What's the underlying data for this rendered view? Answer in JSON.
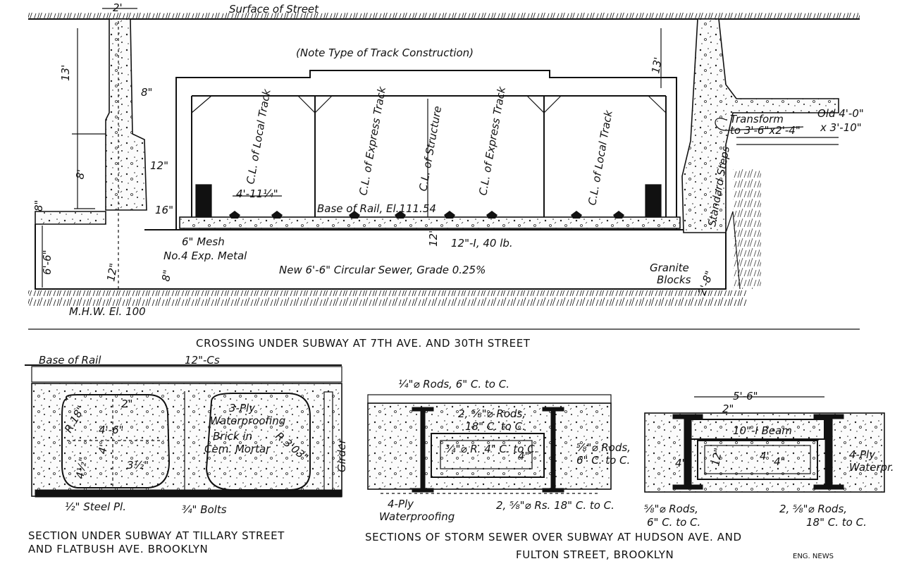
{
  "top": {
    "surface": "Surface of Street",
    "note": "(Note Type of Track Construction)",
    "dim_2ft": "2'",
    "dim_13_left": "13'",
    "dim_13_right": "13'",
    "dim_8in": "8\"",
    "dim_8ft": "8'",
    "dim_12in": "12\"",
    "dim_16in": "16\"",
    "dim_8in_left": "8\"",
    "cl_local_1": "C.L. of Local Track",
    "cl_express_1": "C.L. of Express Track",
    "cl_structure": "C.L. of Structure",
    "cl_express_2": "C.L. of Express Track",
    "cl_local_2": "C.L. of Local Track",
    "dim_4_11": "4'-11¼\"",
    "base_of_rail": "Base of Rail, El.111.54",
    "dim_12in_b": "12\"",
    "beam": "12\"-I, 40 lb.",
    "mesh_1": "6\" Mesh",
    "mesh_2": "No.4 Exp. Metal",
    "dim_6_6": "6'-6\"",
    "dim_12in_c": "12\"",
    "dim_8in_c": "8\"",
    "sewer": "New 6'-6\" Circular Sewer, Grade 0.25%",
    "mhw": "M.H.W. El. 100",
    "transform_1": "Transform",
    "transform_2": "to 3'-6\"x2'-4\"",
    "old_1": "Old 4'-0\"",
    "old_2": "x 3'-10\"",
    "standard_steps": "Standard Steps",
    "granite_1": "Granite",
    "granite_2": "Blocks",
    "dim_2_8": "2'-8\"",
    "caption": "CROSSING UNDER SUBWAY AT 7TH AVE. AND 30TH STREET"
  },
  "left_section": {
    "base_of_rail": "Base of Rail",
    "channels": "12\"-Cs",
    "dim_2": "2\"",
    "r_18": "R.18\"",
    "dim_4_6": "4'-6\"",
    "dim_4": "4'",
    "dim_3_5": "3½\"",
    "dim_4_5": "4½\"",
    "ply_1": "3-Ply",
    "ply_2": "Waterproofing",
    "brick_1": "Brick in",
    "brick_2": "Cem. Mortar",
    "r_303": "R.3'03\"",
    "girder": "Girder",
    "steel_pl": "½\" Steel Pl.",
    "bolts": "¾\" Bolts",
    "caption_1": "SECTION UNDER SUBWAY AT TILLARY STREET",
    "caption_2": "AND FLATBUSH AVE. BROOKLYN"
  },
  "mid_section": {
    "rods_top": "¼\"⌀ Rods, 6\" C. to C.",
    "rods_mid_1": "2, ⅝\"⌀ Rods,",
    "rods_mid_2": "18\" C. to C.",
    "rods_inner": "¾\"⌀ R. 4\" C. to C.",
    "dim_4in": "4\"",
    "rods_right_1": "⅝\"⌀ Rods,",
    "rods_right_2": "6\" C. to C.",
    "rods_bottom": "2, ⅝\"⌀ Rs. 18\" C. to C.",
    "ply_1": "4-Ply",
    "ply_2": "Waterproofing"
  },
  "right_section": {
    "dim_5_6": "5'-6\"",
    "dim_2in": "2\"",
    "beam": "10\"-I Beam",
    "dim_12in": "12\"",
    "dim_4ft": "4'",
    "dim_4in_a": "4\"",
    "dim_4in_b": "4\"",
    "ply_1": "4-Ply",
    "ply_2": "Waterpr.",
    "rods_left_1": "⅝\"⌀ Rods,",
    "rods_left_2": "6\" C. to C.",
    "rods_right_1": "2, ⅝\"⌀ Rods,",
    "rods_right_2": "18\" C. to C.",
    "caption_1": "SECTIONS OF STORM SEWER OVER SUBWAY AT HUDSON AVE. AND",
    "caption_2": "FULTON STREET, BROOKLYN",
    "credit": "ENG. NEWS"
  }
}
